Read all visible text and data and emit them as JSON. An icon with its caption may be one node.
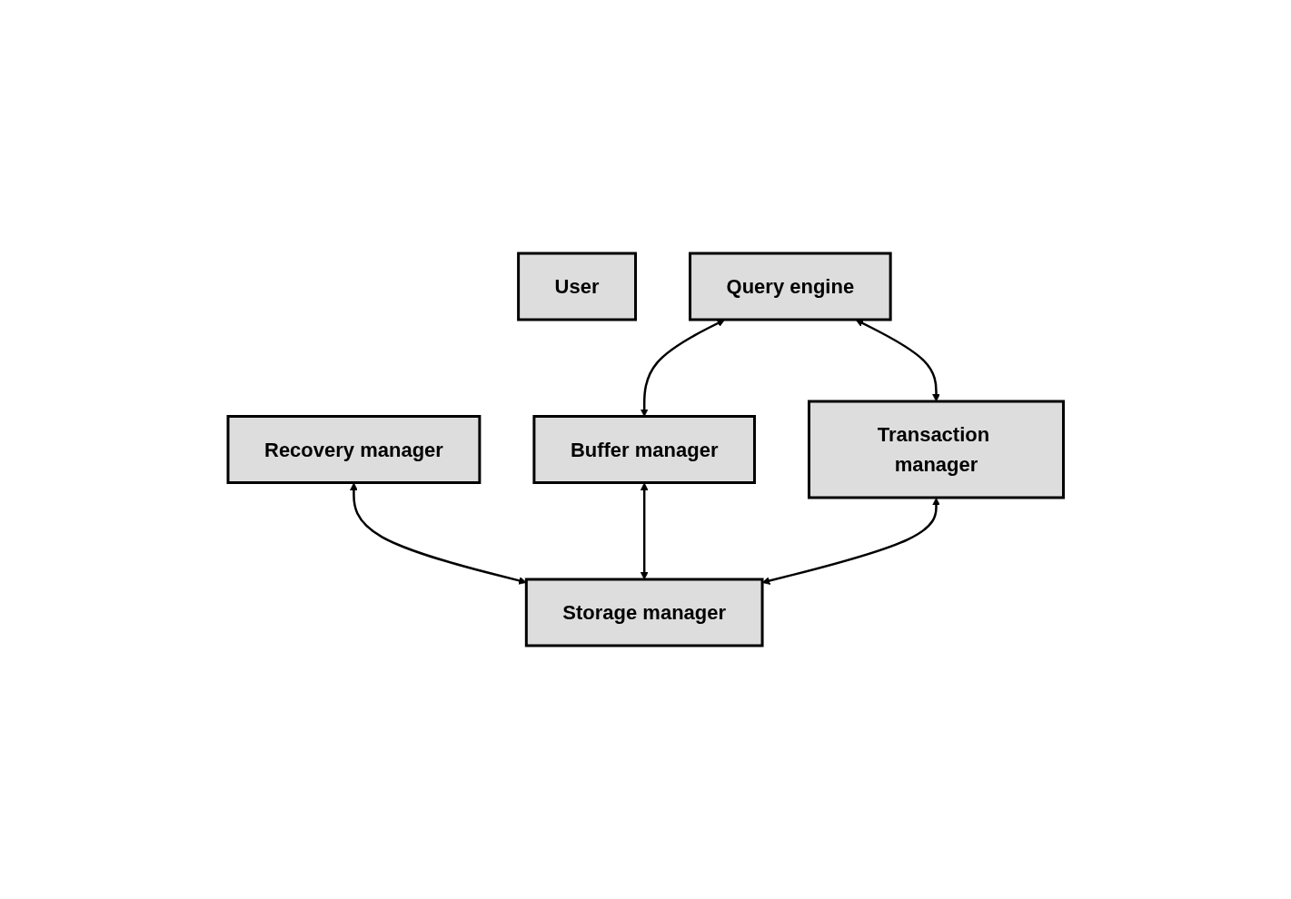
{
  "diagram": {
    "nodes": [
      {
        "text": [
          "User"
        ]
      },
      {
        "text": [
          "Recovery manager"
        ]
      },
      {
        "text": [
          "Query engine"
        ]
      },
      {
        "text": [
          "Buffer manager"
        ]
      },
      {
        "text": [
          "Transaction manager"
        ]
      },
      {
        "text": [
          "Storage manager"
        ]
      }
    ],
    "edges": [
      {
        "from": 1,
        "to": 5,
        "arrow": "both"
      },
      {
        "from": 2,
        "to": 3,
        "arrow": "both"
      },
      {
        "from": 2,
        "to": 4,
        "arrow": "both"
      },
      {
        "from": 3,
        "to": 5,
        "arrow": "both"
      },
      {
        "from": 4,
        "to": 5,
        "arrow": "both"
      }
    ]
  }
}
